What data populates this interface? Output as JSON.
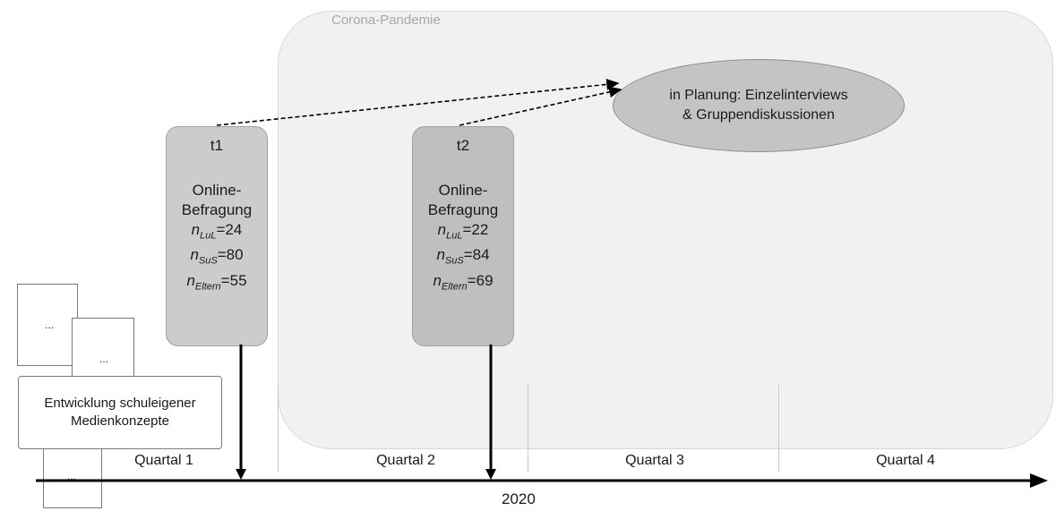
{
  "corona": {
    "label": "Corona-Pandemie"
  },
  "quarters": [
    "Quartal 1",
    "Quartal 2",
    "Quartal 3",
    "Quartal 4"
  ],
  "timeline": {
    "year": "2020"
  },
  "t1": {
    "label": "t1",
    "type": "Online-Befragung",
    "n_lul": "24",
    "n_sus": "80",
    "n_eltern": "55"
  },
  "t2": {
    "label": "t2",
    "type": "Online-Befragung",
    "n_lul": "22",
    "n_sus": "84",
    "n_eltern": "69"
  },
  "planned": {
    "line1": "in Planung:  Einzelinterviews",
    "line2": "& Gruppendiskussionen"
  },
  "concepts": {
    "line1": "Entwicklung schuleigener",
    "line2": "Medienkonzepte",
    "dots": "..."
  },
  "subscripts": {
    "lul": "LuL",
    "sus": "SuS",
    "eltern": "Eltern",
    "n": "n"
  },
  "colors": {
    "t1_fill": "#cccccc",
    "t2_fill": "#bfbfbf",
    "pandemic_bg": "#f1f1f1",
    "ellipse_fill": "#c4c4c4"
  }
}
